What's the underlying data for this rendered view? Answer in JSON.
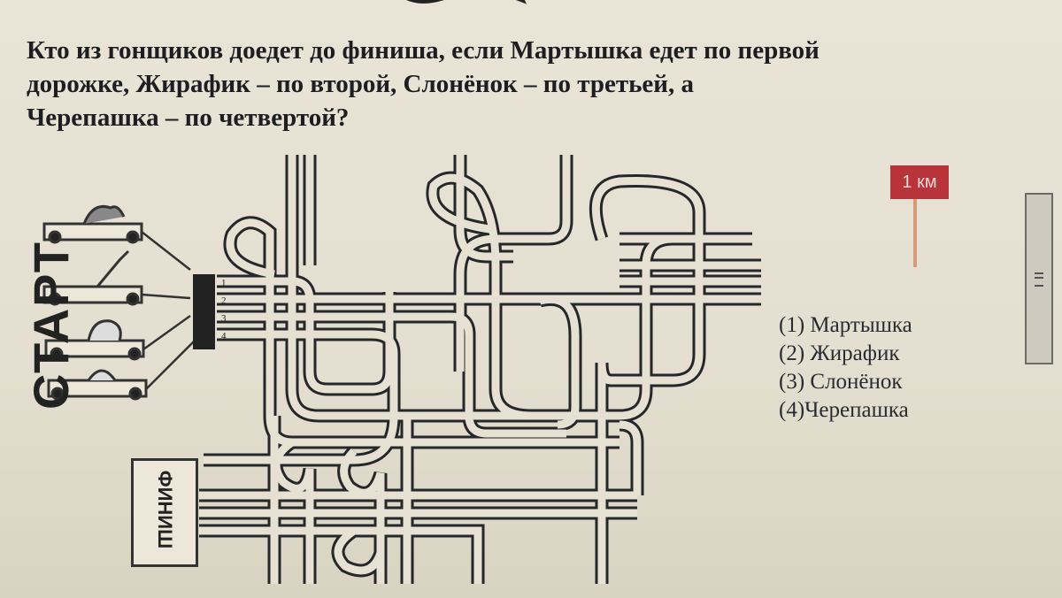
{
  "question": {
    "lines": [
      "Кто из гонщиков доедет до финиша, если Мартышка едет по первой",
      "дорожке, Жирафик – по второй, Слонёнок – по третьей, а",
      "Черепашка – по четвертой?"
    ]
  },
  "maze": {
    "start_label": "СТАРТ",
    "finish_label": "ФИНИШ",
    "lane_numbers": [
      "1",
      "2",
      "3",
      "4"
    ],
    "racers": [
      "monkey",
      "giraffe",
      "elephant",
      "turtle"
    ]
  },
  "sign": {
    "label": "1 км",
    "color": "#b8333a"
  },
  "legend": [
    "(1) Мартышка",
    "(2) Жирафик",
    "(3) Слонёнок",
    "(4)Черепашка"
  ]
}
